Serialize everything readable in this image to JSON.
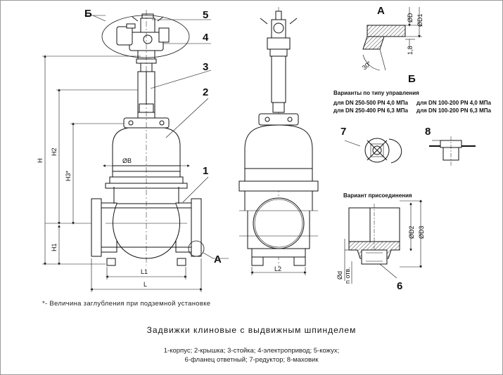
{
  "labels": {
    "callout_b": "Б",
    "callout_a": "А",
    "view_a": "А",
    "view_b": "Б",
    "n1": "1",
    "n2": "2",
    "n3": "3",
    "n4": "4",
    "n5": "5",
    "n6": "6",
    "n7": "7",
    "n8": "8"
  },
  "dims": {
    "H": "H",
    "H1": "H1",
    "H2": "H2",
    "H3": "H3*",
    "L": "L",
    "L1": "L1",
    "L2": "L2",
    "B": "ØB",
    "D": "ØD",
    "D1": "ØD1",
    "gap": "1,8",
    "angle": "30°",
    "D2": "ØD2",
    "D3": "ØD3",
    "d": "Ød",
    "n": "n отв."
  },
  "variants": {
    "heading": "Варианты по типу управления",
    "left_1": "для DN 250-500 PN 4,0 МПа",
    "left_2": "для DN 250-400 PN 6,3 МПа",
    "right_1": "для DN 100-200 PN 4,0 МПа",
    "right_2": "для DN 100-200 PN 6,3 МПа",
    "connection": "Вариант присоединения"
  },
  "footnote": "*- Величина заглубления при подземной установке",
  "title": "Задвижки клиновые с выдвижным шпинделем",
  "legend": {
    "line1": "1-корпус; 2-крышка; 3-стойка; 4-электропривод; 5-кожух;",
    "line2": "6-фланец ответный; 7-редуктор; 8-маховик"
  },
  "colors": {
    "line": "#111111",
    "shade": "#cfcfcf",
    "hatch": "#555555"
  }
}
